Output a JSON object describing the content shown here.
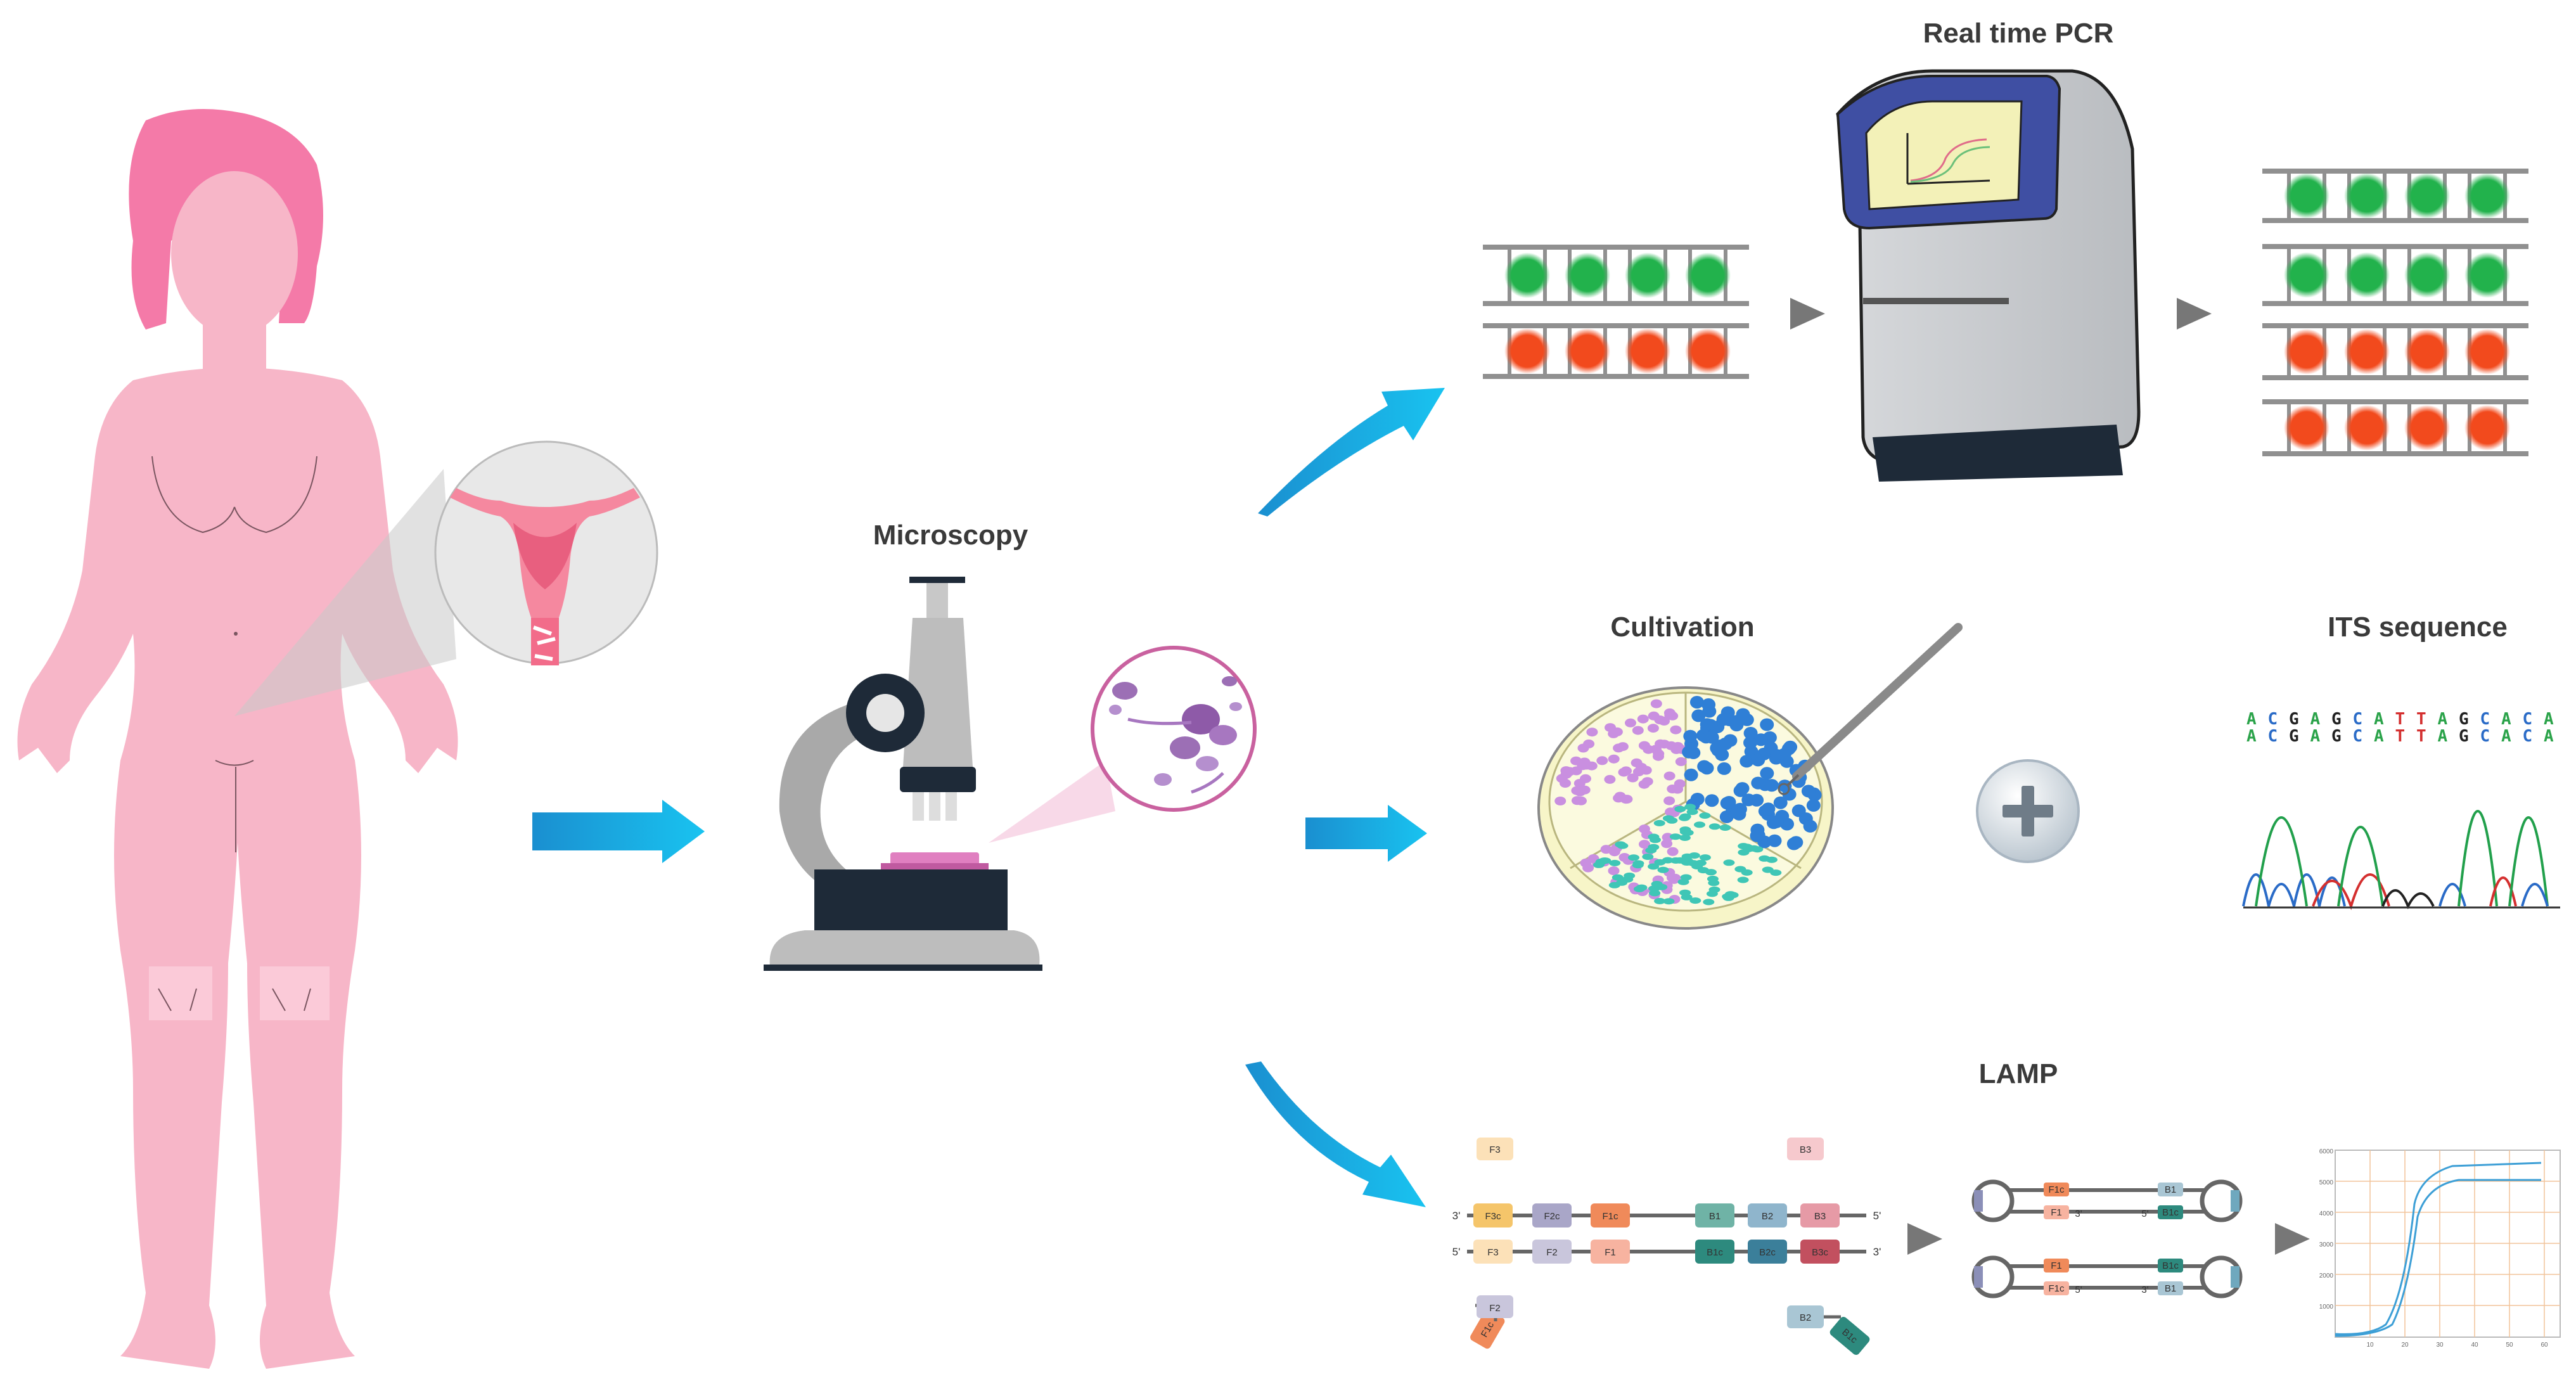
{
  "labels": {
    "realtime_pcr": "Real time PCR",
    "microscopy": "Microscopy",
    "cultivation": "Cultivation",
    "its_sequence": "ITS sequence",
    "lamp": "LAMP"
  },
  "its": {
    "sequence": [
      "A",
      "C",
      "G",
      "A",
      "G",
      "C",
      "A",
      "T",
      "T",
      "A",
      "G",
      "C",
      "A",
      "C",
      "A"
    ]
  },
  "lamp": {
    "top_primers": {
      "f3": "F3",
      "b3": "B3"
    },
    "strand_top": [
      "F3c",
      "F2c",
      "F1c",
      "B1",
      "B2",
      "B3"
    ],
    "strand_bottom": [
      "F3",
      "F2",
      "F1",
      "B1c",
      "B2c",
      "B3c"
    ],
    "end_labels": {
      "top_left": "3'",
      "top_right": "5'",
      "bottom_left": "5'",
      "bottom_right": "3'"
    },
    "loose_left": [
      "F1c",
      "F2"
    ],
    "loose_right": [
      "B2",
      "B1c"
    ],
    "dumbbell_top": {
      "left_primer": "F1c",
      "left_inner": "F1",
      "left_end": "3'",
      "right_end": "5'",
      "right_primer": "B1",
      "right_inner": "B1c"
    },
    "dumbbell_bottom": {
      "left_primer": "F1",
      "left_inner": "F1c",
      "left_end": "5'",
      "right_end": "3'",
      "right_primer": "B1c",
      "right_inner": "B1"
    },
    "amp_ylabels": [
      "6000",
      "5000",
      "4000",
      "3000",
      "2000",
      "1000"
    ],
    "amp_xlabels": [
      "10",
      "20",
      "30",
      "40",
      "50",
      "60"
    ]
  },
  "colors": {
    "arrow_blue": "#19aee8",
    "skin": "#f7b6c8",
    "hair": "#f47aa8",
    "green_dot": "#22b24c",
    "red_dot": "#f24a1d",
    "lamp_curve": "#3d9fd6",
    "grid_orange": "#f2c49a"
  },
  "icons": {
    "arrows": "blue-arrow-icon",
    "plus": "plus-icon",
    "step": "grey-chevron-icon"
  }
}
